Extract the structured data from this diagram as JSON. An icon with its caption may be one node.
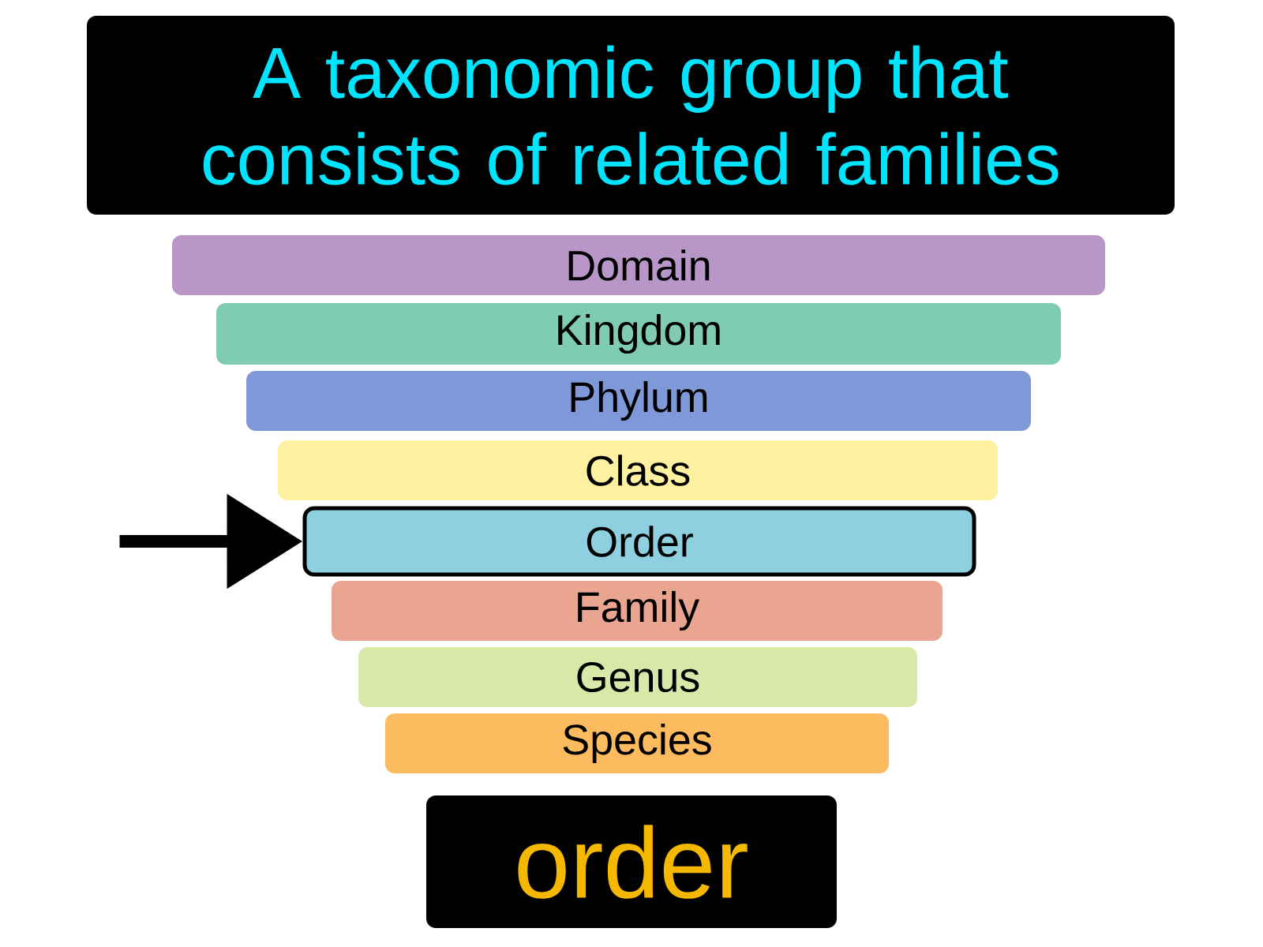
{
  "diagram": {
    "nodes": [
      {
        "text": [
          "A taxonomic group that consists of related families"
        ]
      },
      {
        "text": [
          "Domain"
        ]
      },
      {
        "text": [
          "Kingdom"
        ]
      },
      {
        "text": [
          "Phylum"
        ]
      },
      {
        "text": [
          "Class"
        ]
      },
      {
        "text": [
          "Order"
        ]
      },
      {
        "text": [
          "Family"
        ]
      },
      {
        "text": [
          "Genus"
        ]
      },
      {
        "text": [
          "Species"
        ]
      },
      {
        "text": [
          "order"
        ]
      }
    ],
    "edges": [
      {
        "from": null,
        "to": 5,
        "arrow": "to"
      }
    ]
  }
}
